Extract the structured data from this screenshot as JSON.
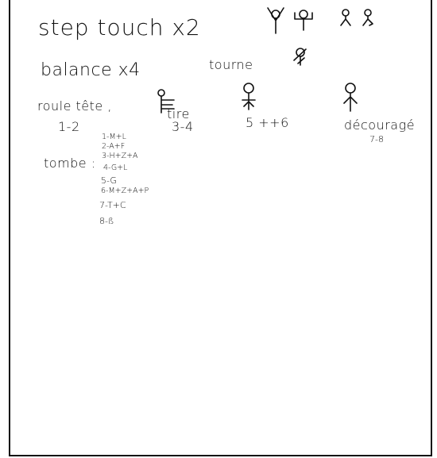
{
  "lines": {
    "step_touch": "step touch x2",
    "balance": "balance x4",
    "tourne": "tourne",
    "roule_tete": "roule tête ,",
    "count_1_2": "1-2",
    "tire": "tire",
    "count_3_4": "3-4",
    "count_5_6": "5 ++6",
    "decourage": "découragé",
    "count_7_8": "7-8",
    "tombe": "tombe :"
  },
  "tombe_list": [
    "1-M+L",
    "2-A+F",
    "3-H+Z+A",
    "4-G+L",
    "5-G",
    "6-M+Z+A+P",
    "7-T+C",
    "8-ß"
  ],
  "figures": {
    "step_touch_figures": [
      "arms-up-figure-icon",
      "arms-bent-figure-icon",
      "figure-icon",
      "figure-icon"
    ],
    "tourne_figure": "turning-figure-icon",
    "tire_figure": "pulling-figure-icon",
    "figure_5_6": "figure-icon",
    "decourage_figure": "slumped-figure-icon"
  }
}
